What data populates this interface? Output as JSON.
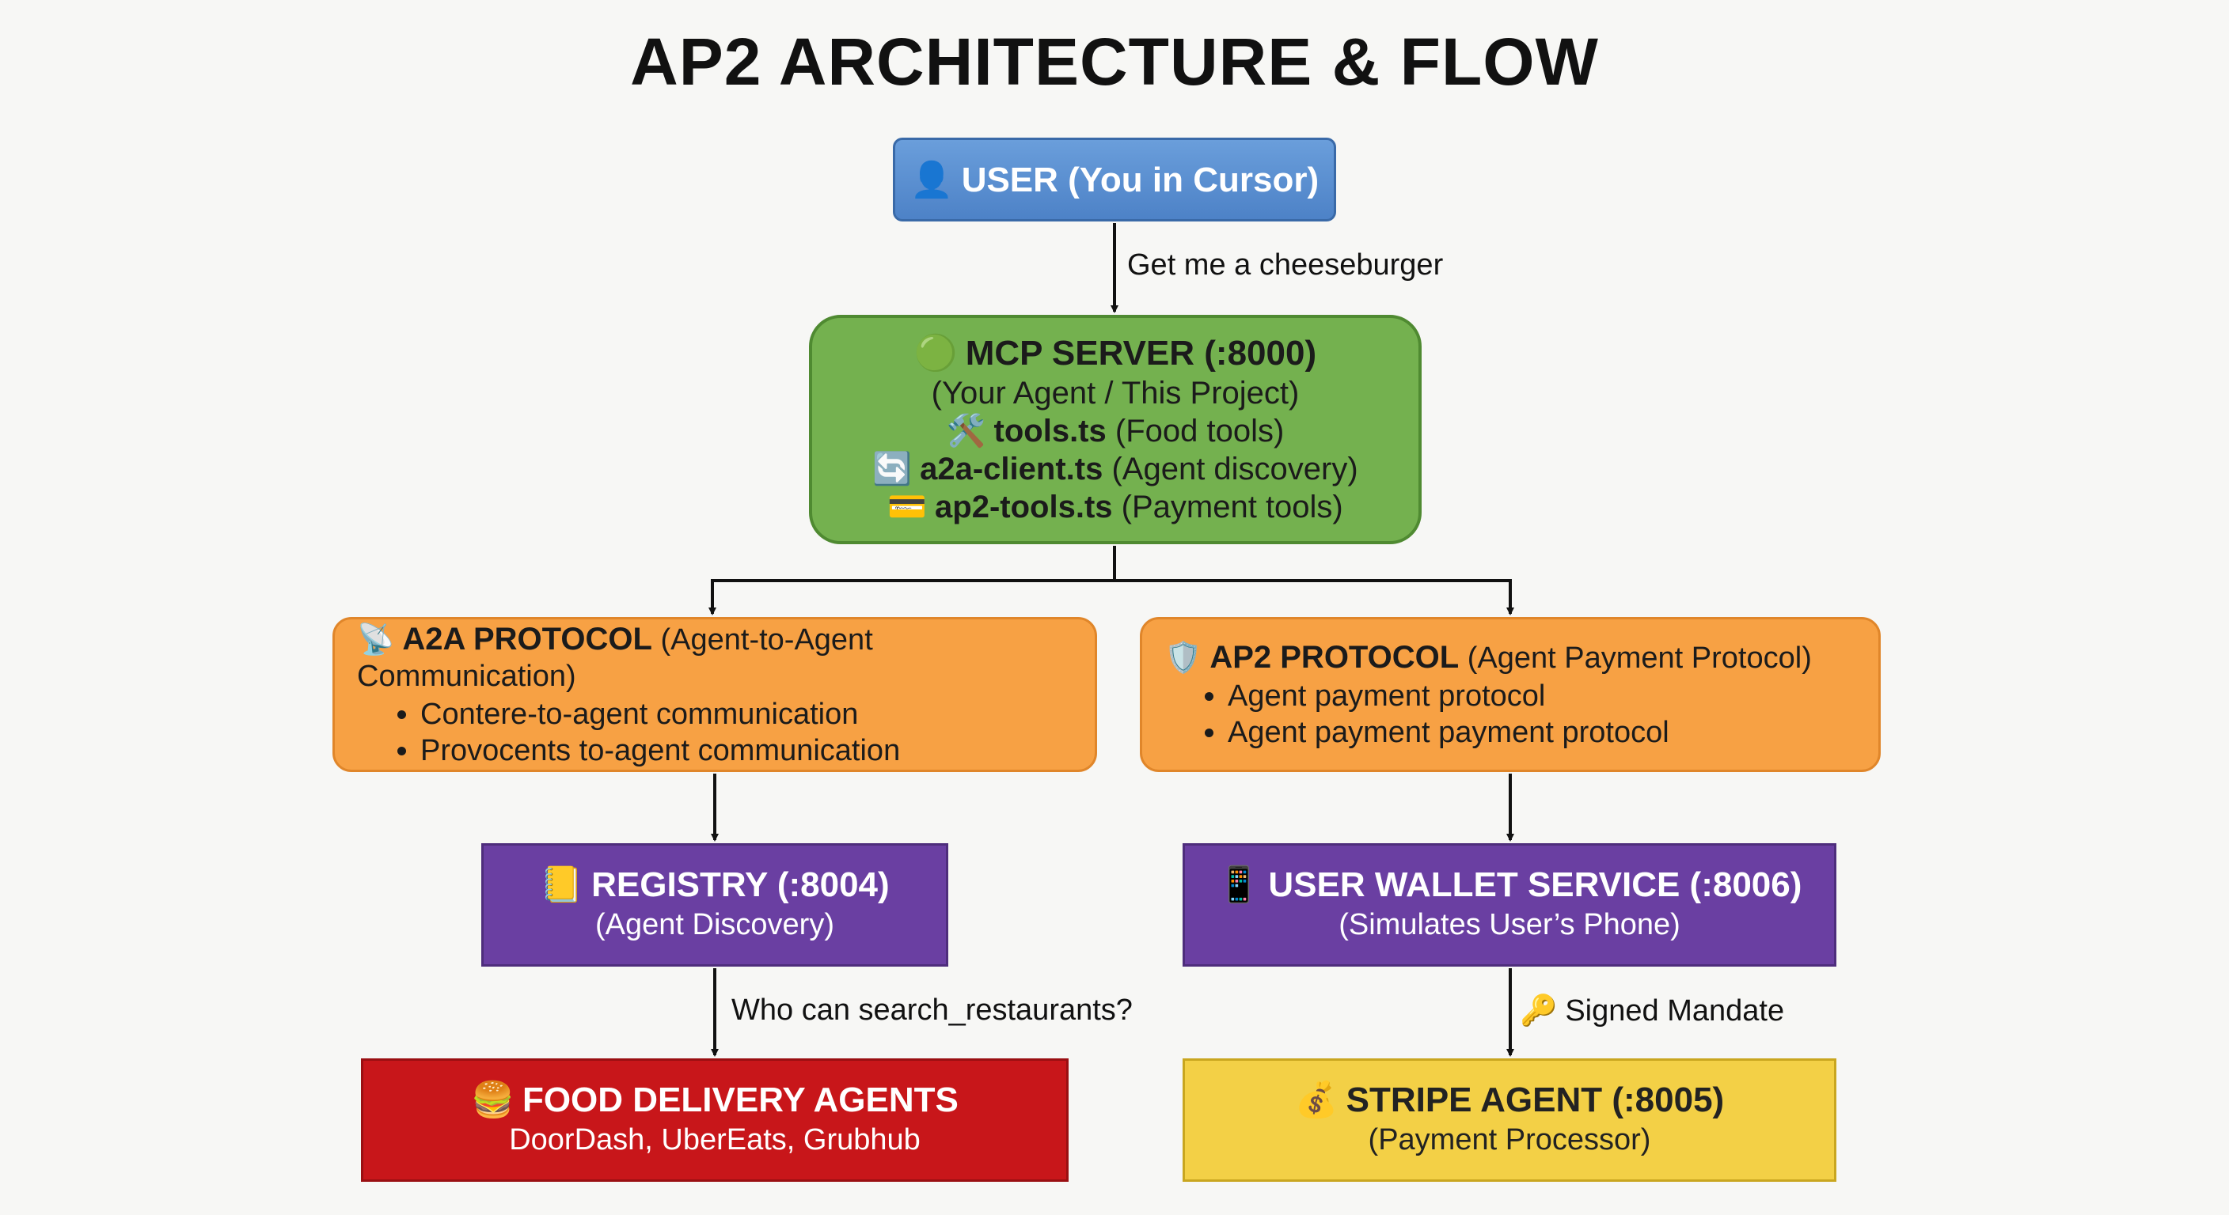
{
  "title": "AP2 ARCHITECTURE & FLOW",
  "user": {
    "icon": "👤",
    "label": "USER (You in Cursor)"
  },
  "edge_user_mcp": "Get me a cheeseburger",
  "mcp": {
    "icon": "🟢",
    "title": "MCP SERVER (:8000)",
    "subtitle": "(Your Agent / This Project)",
    "lines": [
      {
        "icon": "🛠️",
        "file": "tools.ts",
        "desc": "(Food tools)"
      },
      {
        "icon": "🔄",
        "file": "a2a-client.ts",
        "desc": "(Agent discovery)"
      },
      {
        "icon": "💳",
        "file": "ap2-tools.ts",
        "desc": "(Payment tools)"
      }
    ]
  },
  "a2a": {
    "icon": "📡",
    "title": "A2A PROTOCOL",
    "subtitle": "(Agent-to-Agent Communication)",
    "bullets": [
      "Contere-to-agent communication",
      "Provocents to-agent communication"
    ]
  },
  "ap2": {
    "icon": "🛡️",
    "title": "AP2 PROTOCOL",
    "subtitle": "(Agent Payment Protocol)",
    "bullets": [
      "Agent payment protocol",
      "Agent payment payment protocol"
    ]
  },
  "registry": {
    "icon": "📒",
    "title": "REGISTRY (:8004)",
    "subtitle": "(Agent Discovery)"
  },
  "wallet": {
    "icon": "📱",
    "title": "USER WALLET SERVICE (:8006)",
    "subtitle": "(Simulates User’s Phone)"
  },
  "edge_registry_food": "Who can search_restaurants?",
  "edge_wallet_stripe": {
    "icon": "🔑",
    "label": "Signed Mandate"
  },
  "food": {
    "icon": "🍔",
    "title": "FOOD DELIVERY AGENTS",
    "subtitle": "DoorDash, UberEats, Grubhub"
  },
  "stripe": {
    "icon": "💰",
    "title": "STRIPE AGENT (:8005)",
    "subtitle": "(Payment Processor)"
  },
  "colors": {
    "user": "#4d82c7",
    "mcp": "#74b14f",
    "protocol": "#f7a144",
    "service": "#6a3fa2",
    "food": "#c8161a",
    "stripe": "#f3d046"
  }
}
